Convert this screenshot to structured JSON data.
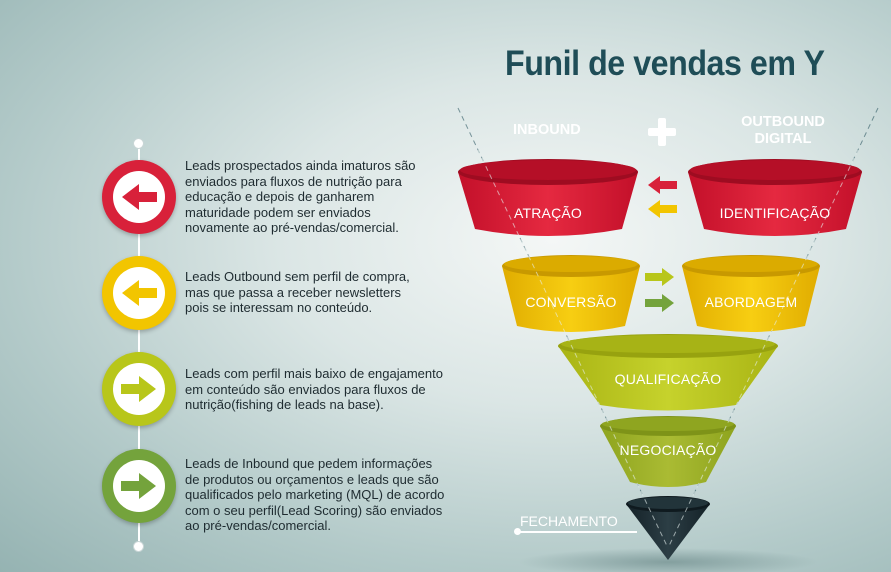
{
  "title": "Funil de vendas em Y",
  "columns": {
    "inbound": "INBOUND",
    "outbound_line1": "OUTBOUND",
    "outbound_line2": "DIGITAL"
  },
  "stages": {
    "atracao": "ATRAÇÃO",
    "identificacao": "IDENTIFICAÇÃO",
    "conversao": "CONVERSÃO",
    "abordagem": "ABORDAGEM",
    "qualificacao": "QUALIFICAÇÃO",
    "negociacao": "NEGOCIAÇÃO",
    "fechamento": "FECHAMENTO"
  },
  "legend": [
    {
      "icon": "arrow-left-icon",
      "color": "#d8213a",
      "lines": [
        "Leads prospectados ainda imaturos são",
        "enviados para fluxos de nutrição para",
        "educação e depois de ganharem",
        "maturidade podem ser enviados",
        "novamente ao pré-vendas/comercial."
      ]
    },
    {
      "icon": "arrow-left-icon",
      "color": "#f2c500",
      "lines": [
        "Leads Outbound sem perfil de compra,",
        "mas que passa a receber newsletters",
        "pois se interessam no conteúdo."
      ]
    },
    {
      "icon": "arrow-right-icon",
      "color": "#b8c61a",
      "lines": [
        "Leads com perfil mais baixo de engajamento",
        "em conteúdo são enviados para fluxos de",
        "nutrição(fishing de leads na base)."
      ]
    },
    {
      "icon": "arrow-right-icon",
      "color": "#74a33c",
      "lines": [
        "Leads de Inbound que pedem informações",
        "de produtos ou orçamentos e leads que são",
        "qualificados pelo marketing (MQL) de acordo",
        "com o seu perfil(Lead Scoring) são enviados",
        "ao pré-vendas/comercial."
      ]
    }
  ],
  "colors": {
    "red": "#d8213a",
    "yellow": "#f2c500",
    "lime": "#b8c61a",
    "green": "#74a33c",
    "dark": "#1f2d33",
    "title": "#1f4d57"
  }
}
